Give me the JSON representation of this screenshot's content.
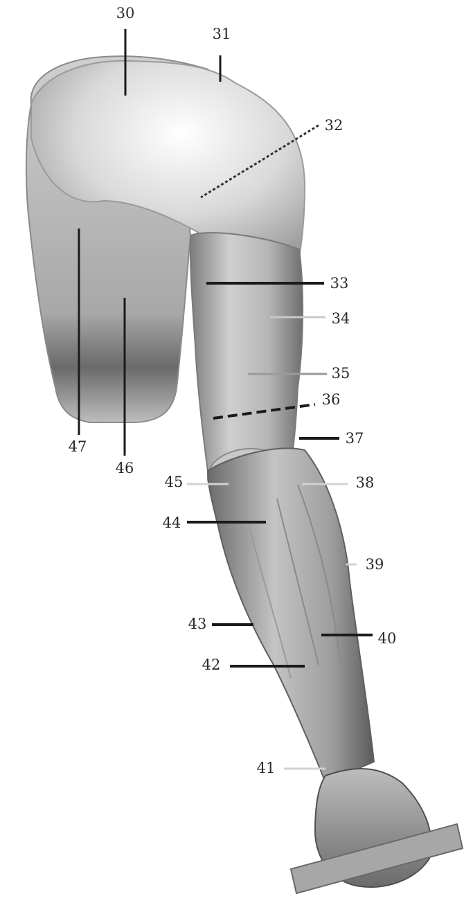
{
  "labels": {
    "l30": "30",
    "l31": "31",
    "l32": "32",
    "l33": "33",
    "l34": "34",
    "l35": "35",
    "l36": "36",
    "l37": "37",
    "l38": "38",
    "l39": "39",
    "l40": "40",
    "l41": "41",
    "l42": "42",
    "l43": "43",
    "l44": "44",
    "l45": "45",
    "l46": "46",
    "l47": "47"
  },
  "leader_colors": {
    "black": "#1a1a1a",
    "grey": "#8c8c8c",
    "light": "#d2d2d2"
  }
}
